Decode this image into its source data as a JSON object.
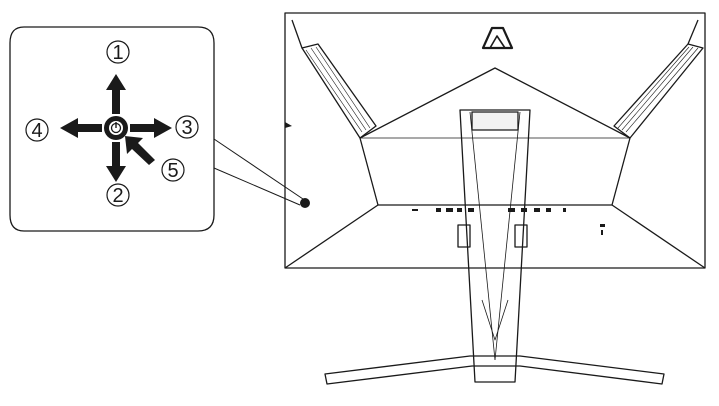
{
  "callouts": [
    {
      "number": "1",
      "direction": "up"
    },
    {
      "number": "2",
      "direction": "down"
    },
    {
      "number": "3",
      "direction": "right"
    },
    {
      "number": "4",
      "direction": "left"
    },
    {
      "number": "5",
      "direction": "press"
    }
  ],
  "colors": {
    "line": "#1a1a1a",
    "background": "#ffffff"
  },
  "icons": [
    "joystick-button-icon",
    "aoc-logo-icon",
    "arrow-up-icon",
    "arrow-down-icon",
    "arrow-left-icon",
    "arrow-right-icon",
    "press-arrow-icon"
  ]
}
